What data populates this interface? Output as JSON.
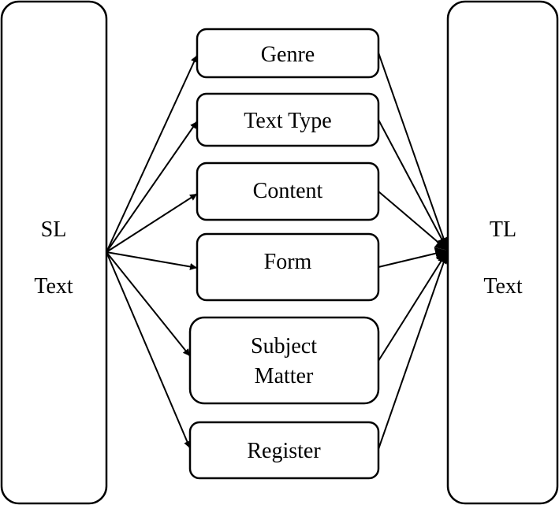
{
  "diagram": {
    "source": {
      "line1": "SL",
      "line2": "Text"
    },
    "target": {
      "line1": "TL",
      "line2": "Text"
    },
    "nodes": [
      {
        "id": "genre",
        "lines": [
          "Genre"
        ]
      },
      {
        "id": "text-type",
        "lines": [
          "Text Type"
        ]
      },
      {
        "id": "content",
        "lines": [
          "Content"
        ]
      },
      {
        "id": "form",
        "lines": [
          "Form"
        ]
      },
      {
        "id": "subject-matter",
        "lines": [
          "Subject",
          "Matter"
        ]
      },
      {
        "id": "register",
        "lines": [
          "Register"
        ]
      }
    ],
    "colors": {
      "stroke": "#000000",
      "fill": "#ffffff",
      "text": "#000000"
    }
  }
}
